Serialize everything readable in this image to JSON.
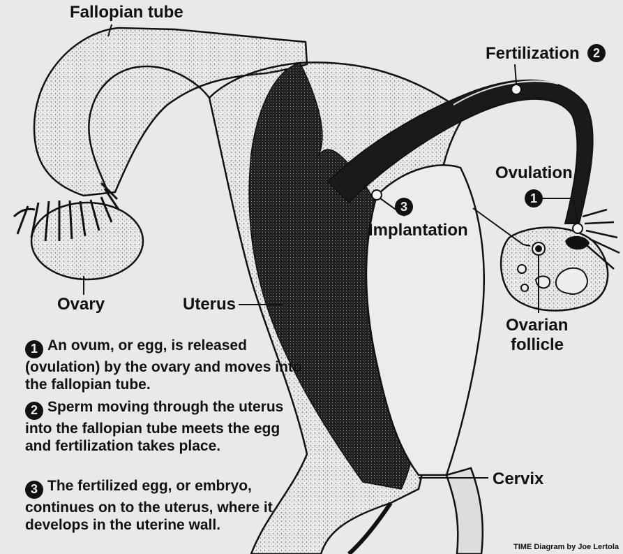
{
  "labels": {
    "fallopian_tube": "Fallopian tube",
    "fertilization": "Fertilization",
    "ovulation": "Ovulation",
    "implantation": "Implantation",
    "ovary": "Ovary",
    "uterus": "Uterus",
    "ovarian_follicle_line1": "Ovarian",
    "ovarian_follicle_line2": "follicle",
    "cervix": "Cervix"
  },
  "badges": {
    "one": "1",
    "two": "2",
    "three": "3"
  },
  "steps": [
    {
      "number": "1",
      "text": "An ovum, or egg, is released (ovulation) by the ovary and moves into the fallopian tube."
    },
    {
      "number": "2",
      "text": "Sperm moving through the uterus into the fallopian tube meets the egg and fertilization takes place."
    },
    {
      "number": "3",
      "text": "The fertilized egg, or embryo, continues on to the uterus, where it develops in the uterine wall."
    }
  ],
  "credit": "TIME Diagram by Joe Lertola",
  "colors": {
    "background": "#e9e9e9",
    "ink": "#111111",
    "shade": "#1a1a1a"
  }
}
